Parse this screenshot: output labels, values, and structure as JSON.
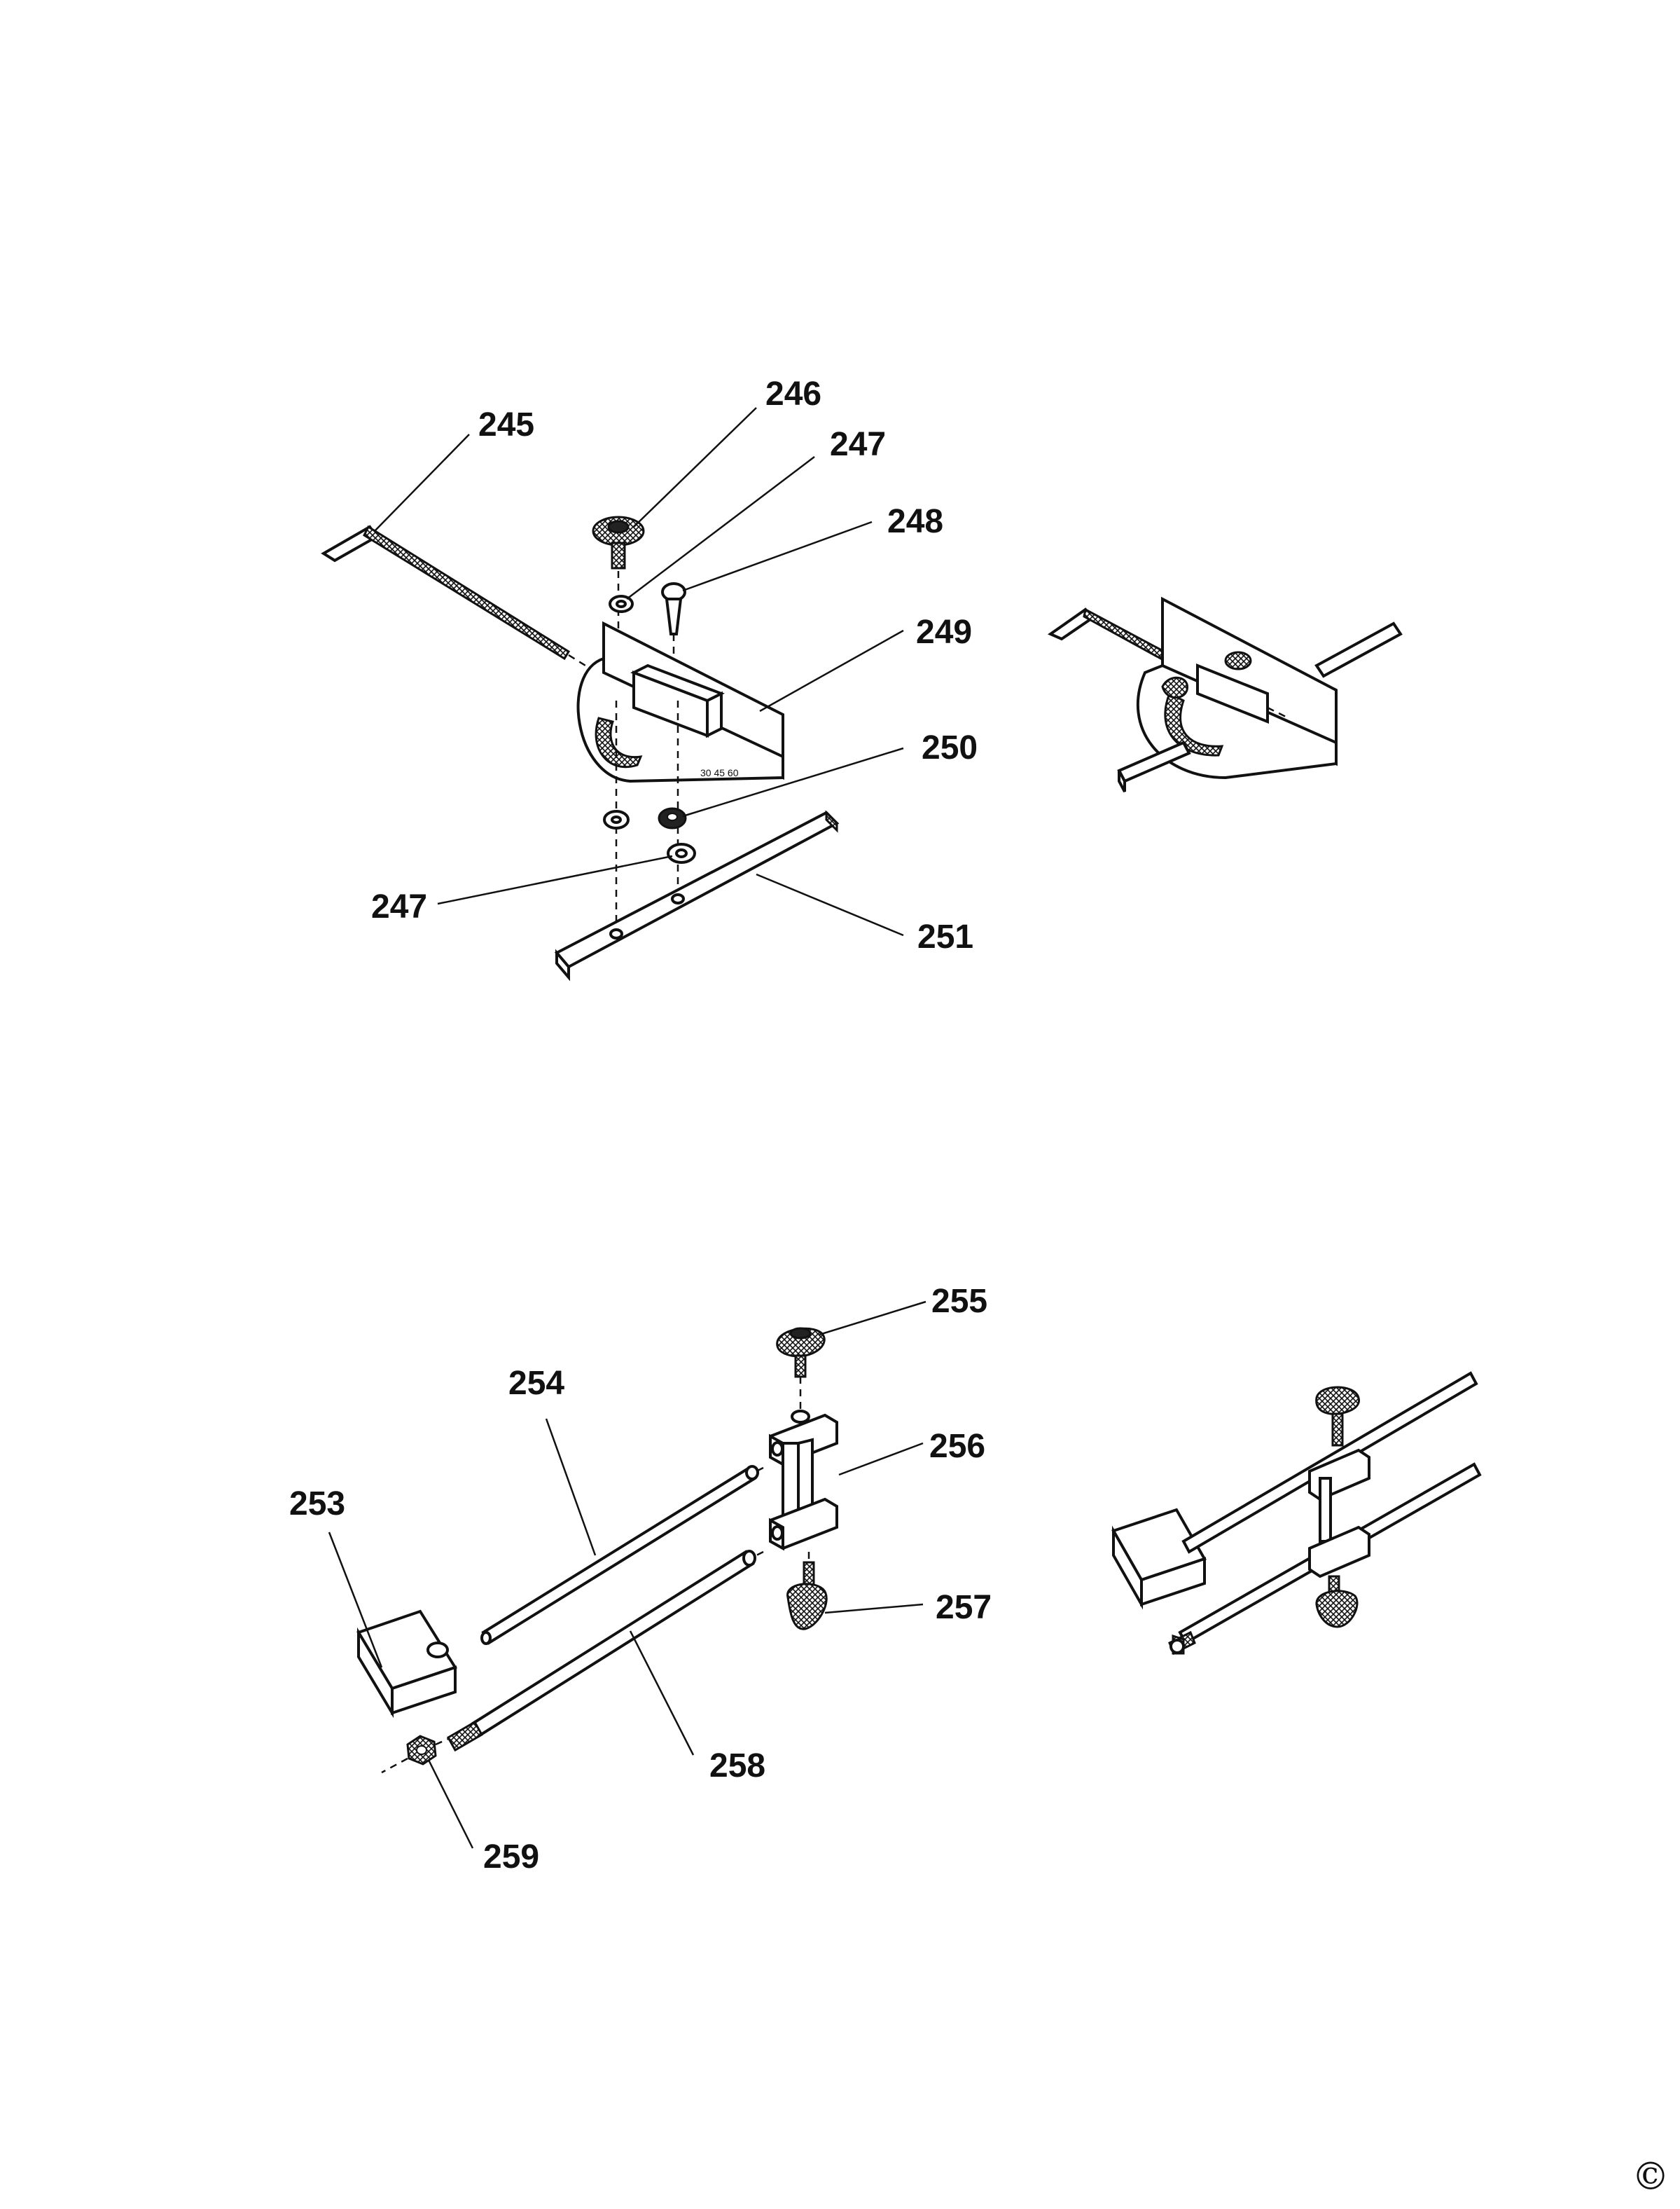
{
  "labels": {
    "p245": "245",
    "p246": "246",
    "p247a": "247",
    "p248": "248",
    "p249": "249",
    "p250": "250",
    "p247b": "247",
    "p251": "251",
    "p255": "255",
    "p254": "254",
    "p256": "256",
    "p253": "253",
    "p257": "257",
    "p258": "258",
    "p259": "259"
  },
  "copyright": "©"
}
